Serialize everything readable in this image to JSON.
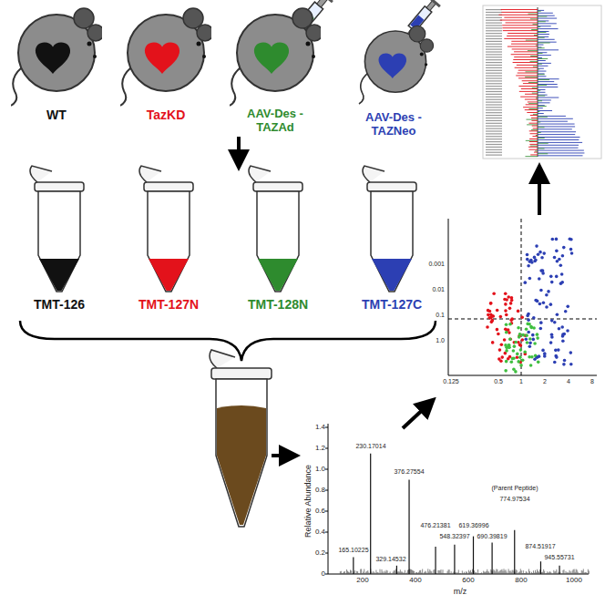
{
  "diagram": {
    "nodes": [
      {
        "text": [
          "WT"
        ]
      },
      {
        "text": [
          "TazKD"
        ]
      },
      {
        "text": [
          "AAV-Des -TAZAd"
        ]
      },
      {
        "text": [
          "AAV-Des -TAZNeo"
        ]
      },
      {
        "text": [
          "TMT-126"
        ]
      },
      {
        "text": [
          "TMT-127N"
        ]
      },
      {
        "text": [
          "TMT-128N"
        ]
      },
      {
        "text": [
          "TMT-127C"
        ]
      }
    ],
    "labels": [
      "1.4",
      "1.2",
      "1.0",
      "0.8",
      "0.6",
      "0.4",
      "0.2",
      "0",
      "200",
      "400",
      "600",
      "800",
      "1000",
      "Relative Abundance",
      "m/z",
      "230.17014",
      "376.27554",
      "(Parent Peptide)",
      "774.97534",
      "165.10225",
      "329.14532",
      "476.21381",
      "548.32397",
      "619.36996",
      "690.39819",
      "874.51917",
      "945.55731",
      "0.001",
      "0.01",
      "0.1",
      "1.0",
      "0.125",
      "0.5",
      "1",
      "2",
      "4",
      "8"
    ]
  }
}
